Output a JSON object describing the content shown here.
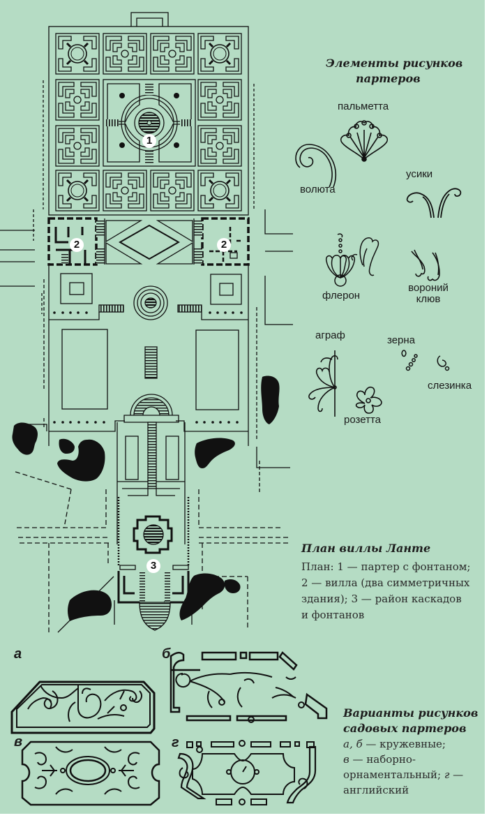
{
  "colors": {
    "background": "#b5dcc4",
    "ink": "#111111",
    "page_edge": "#ffffff"
  },
  "elements_section": {
    "title_line1": "Элементы рисунков",
    "title_line2": "партеров",
    "items": [
      {
        "id": "palmetta",
        "label": "пальметта",
        "icon": "palmette-icon"
      },
      {
        "id": "voluta",
        "label": "волюта",
        "icon": "volute-icon"
      },
      {
        "id": "usiki",
        "label": "усики",
        "icon": "tendrils-icon"
      },
      {
        "id": "fleron",
        "label": "флерон",
        "icon": "fleuron-icon"
      },
      {
        "id": "voroniy_klyuv",
        "label_line1": "вороний",
        "label_line2": "клюв",
        "icon": "crows-beak-icon"
      },
      {
        "id": "agraf",
        "label": "аграф",
        "icon": "agraffe-icon"
      },
      {
        "id": "zerna",
        "label": "зерна",
        "icon": "grains-icon"
      },
      {
        "id": "slezinka",
        "label": "слезинка",
        "icon": "teardrop-icon"
      },
      {
        "id": "rozetta",
        "label": "розетта",
        "icon": "rosette-icon"
      }
    ]
  },
  "plan": {
    "markers": [
      "1",
      "2",
      "2",
      "3"
    ],
    "title": "План виллы Ланте",
    "caption_lines": [
      "План: 1 — партер с фонтаном;",
      "2 — вилла (два симметричных",
      "здания); 3 — район каскадов",
      "и фонтанов"
    ]
  },
  "variants": {
    "letters": [
      "а",
      "б",
      "в",
      "г"
    ],
    "title_line1": "Варианты рисунков",
    "title_line2": "садовых партеров",
    "caption": {
      "line1_em": "а, б",
      "line1_rest": " — кружевные;",
      "line2_em": "в",
      "line2_rest": " — наборно-",
      "line3_rest": "орнаментальный; ",
      "line3_em": "г",
      "line3_tail": " —",
      "line4": "английский"
    }
  }
}
